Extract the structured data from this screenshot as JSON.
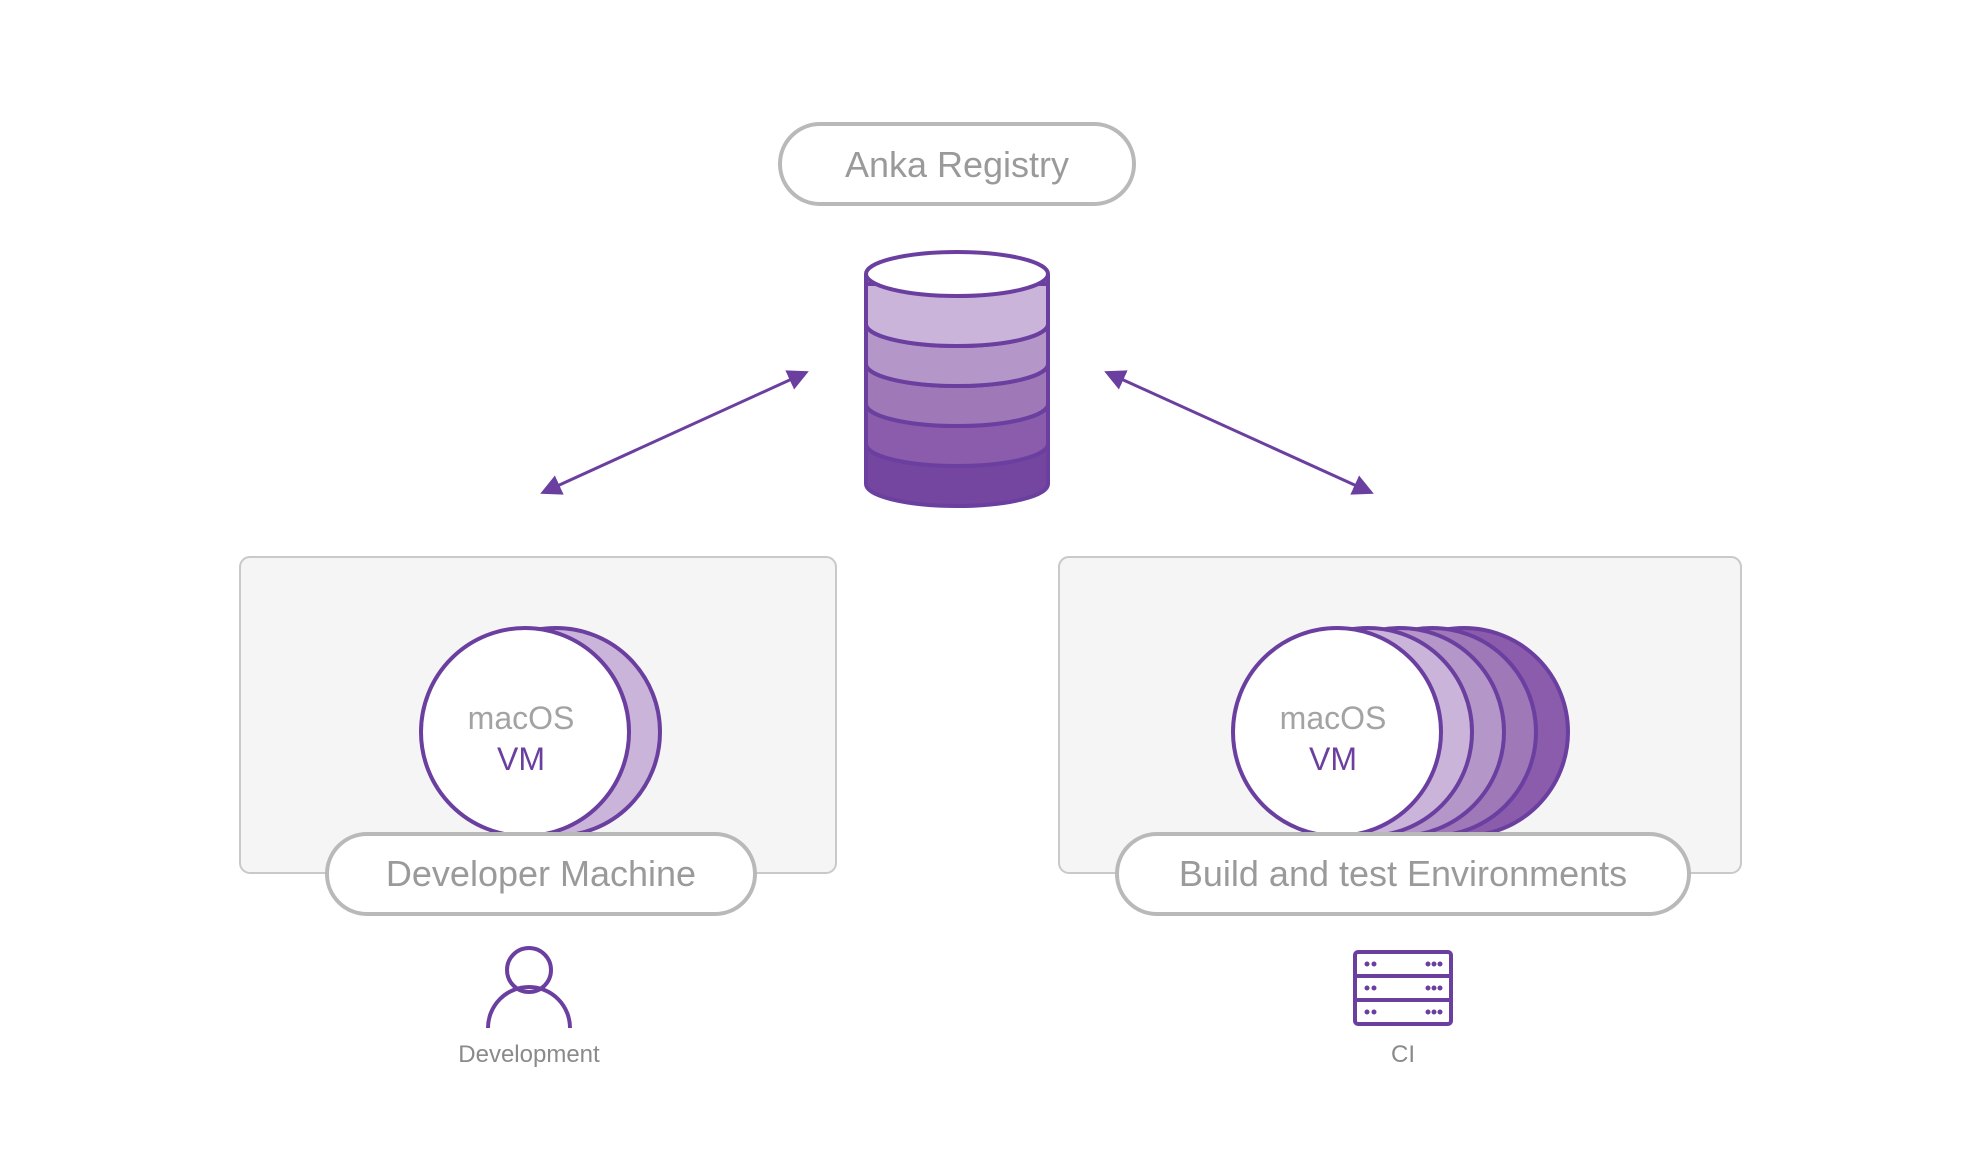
{
  "registry": {
    "label": "Anka Registry",
    "icon": "database-icon"
  },
  "developer": {
    "panel_label": "Developer Machine",
    "vm_line1": "macOS",
    "vm_line2": "VM",
    "caption": "Development",
    "icon": "user-icon"
  },
  "ci": {
    "panel_label": "Build and test Environments",
    "vm_line1": "macOS",
    "vm_line2": "VM",
    "caption": "CI",
    "icon": "server-rack-icon"
  },
  "colors": {
    "purple_dark": "#6b3fa0",
    "purple_1": "#cbb4da",
    "purple_2": "#b497c8",
    "purple_3": "#9f78b8",
    "purple_4": "#8a5cab",
    "purple_5": "#7446a0",
    "panel_bg": "#f4f5f4",
    "pill_border": "#b9b9b9",
    "text_gray": "#9a9a9a"
  }
}
